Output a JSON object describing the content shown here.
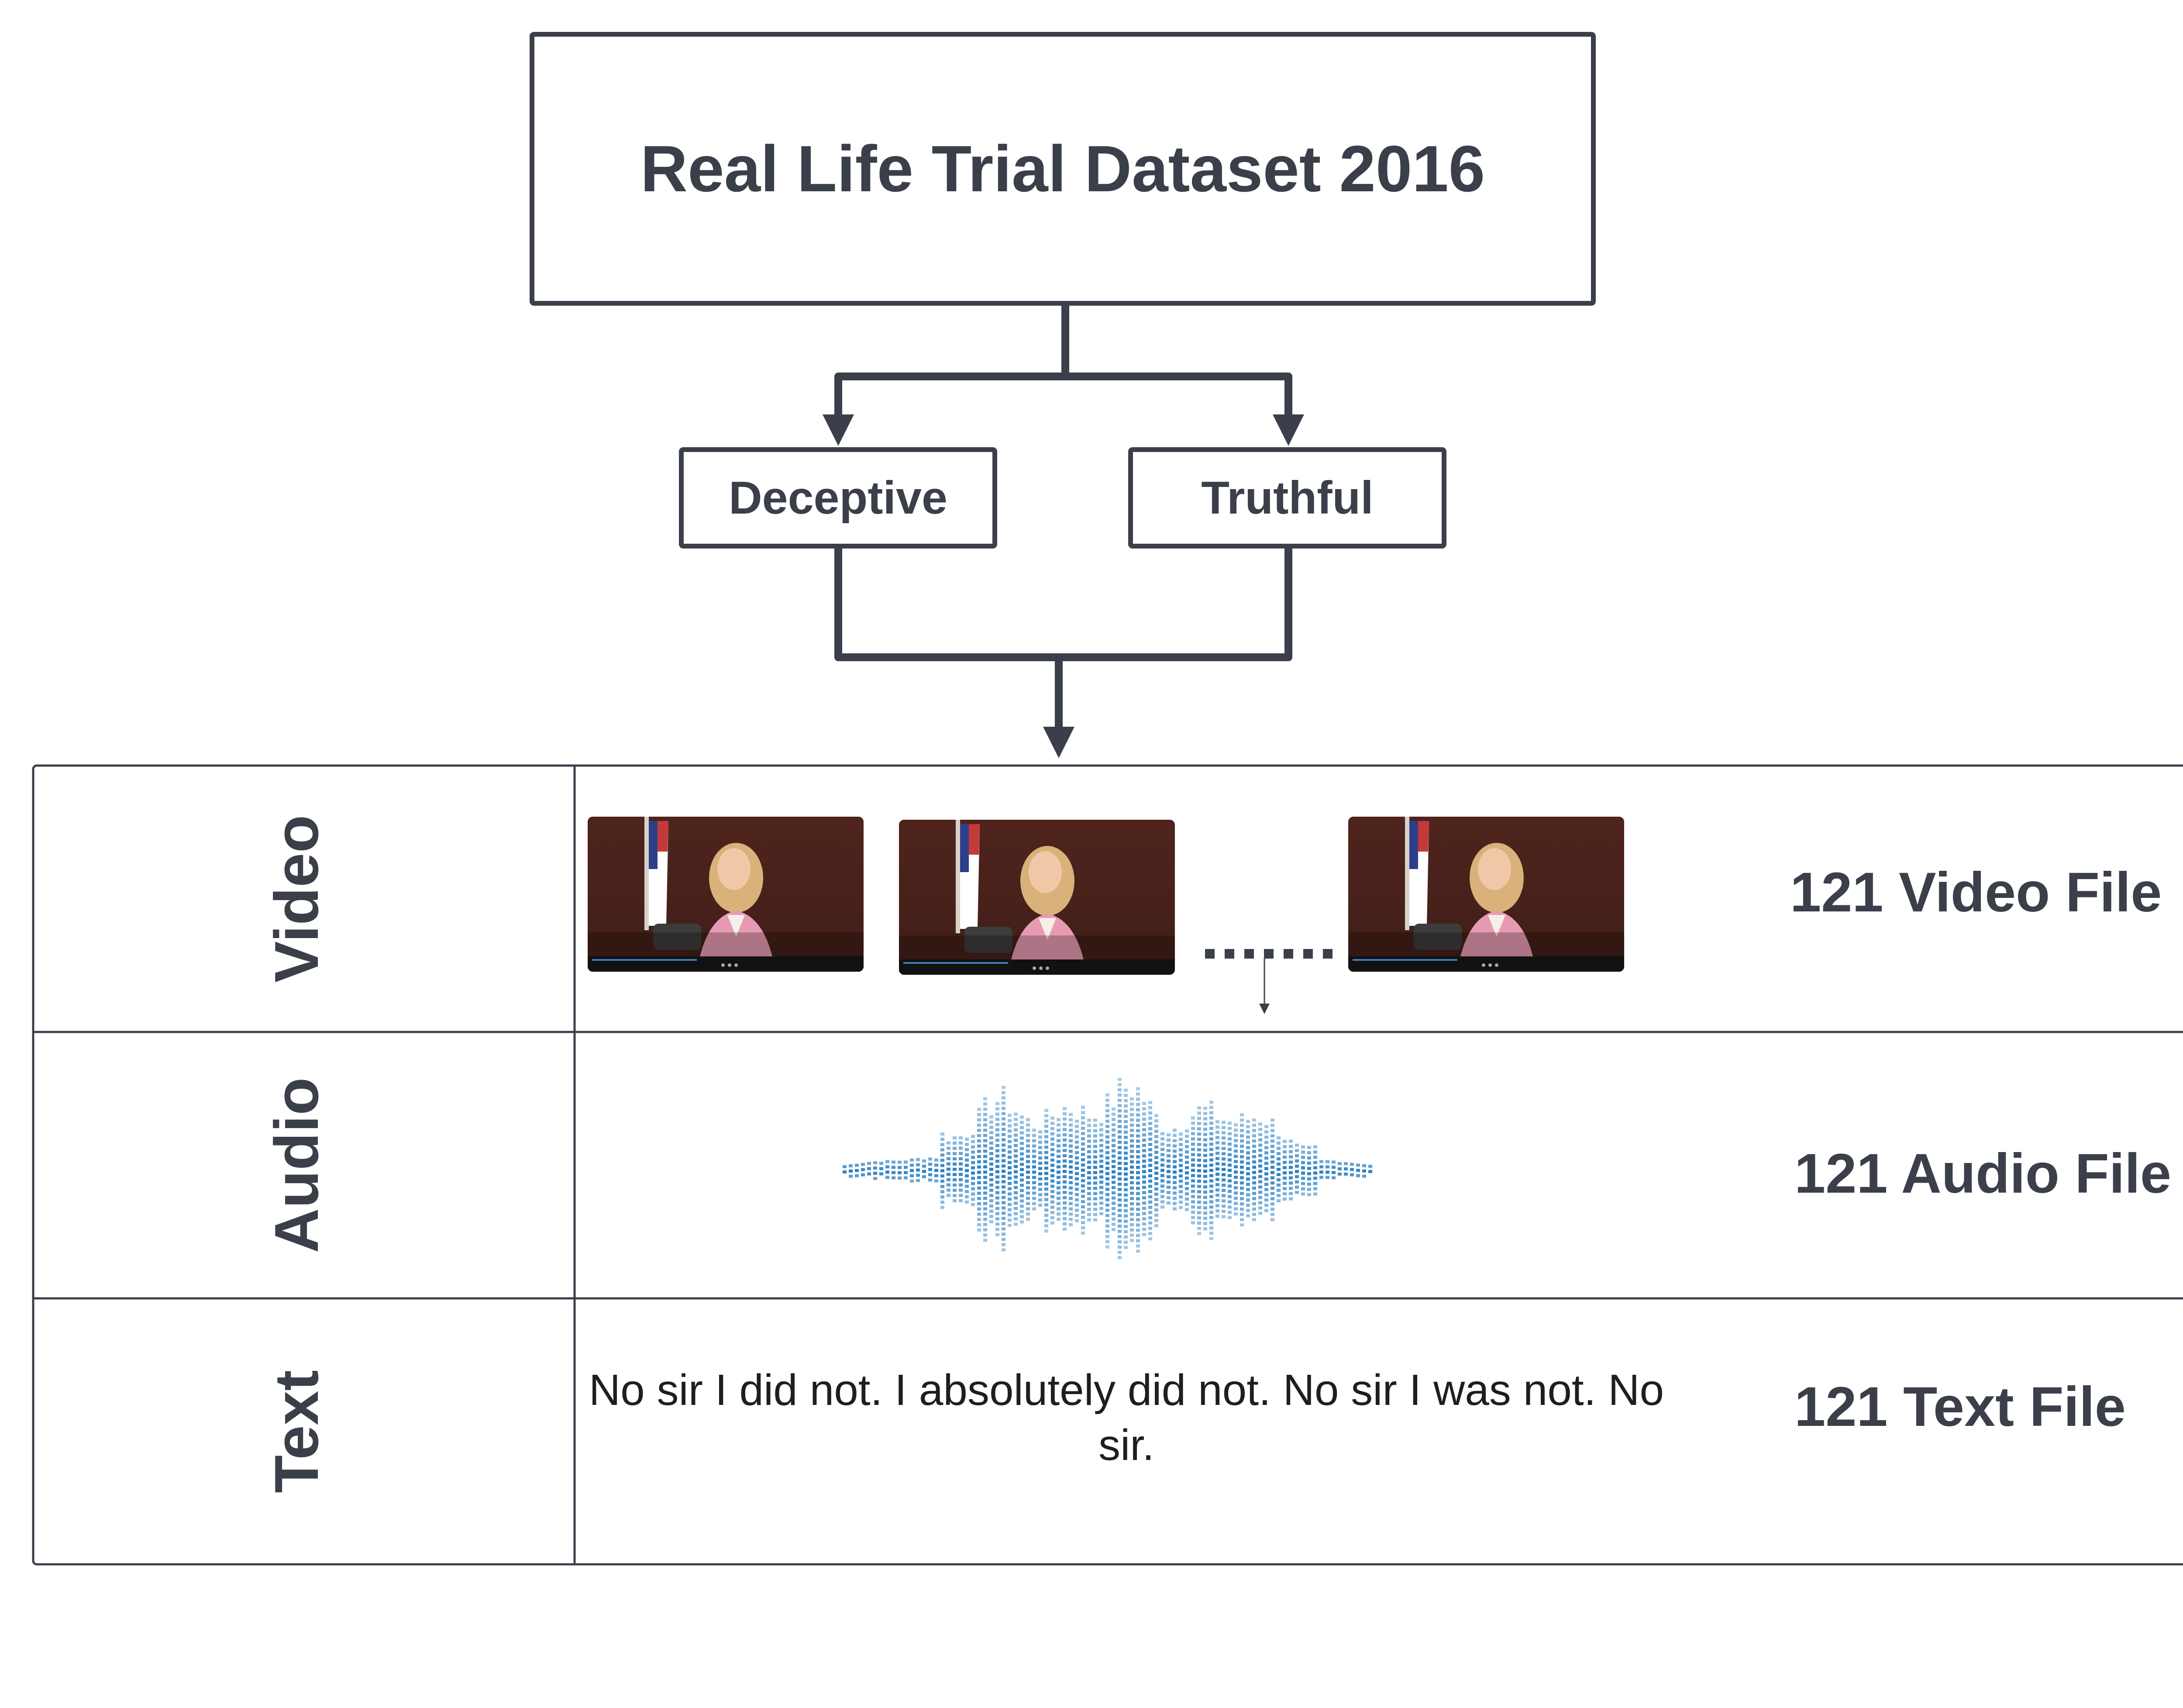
{
  "title": "Real Life Trial Dataset 2016",
  "classes": {
    "deceptive": "Deceptive",
    "truthful": "Truthful"
  },
  "rows": {
    "video": {
      "label": "Video",
      "count": "121 Video File"
    },
    "audio": {
      "label": "Audio",
      "count": "121 Audio File"
    },
    "text": {
      "label": "Text",
      "count": "121 Text File"
    }
  },
  "transcript": "No sir I did not. I absolutely did not. No sir I was not. No sir.",
  "colors": {
    "stroke": "#3a3f4a",
    "waveform": "#2a7fc1",
    "thumb_wall": "#5a2a22",
    "thumb_jacket": "#e79bb2"
  }
}
